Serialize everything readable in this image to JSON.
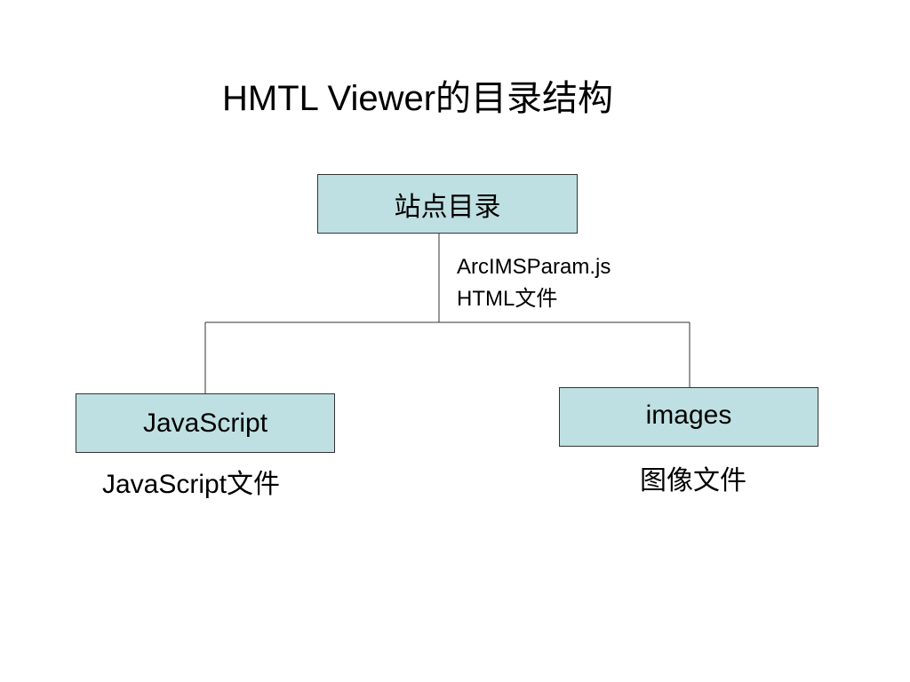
{
  "title": "HMTL Viewer的目录结构",
  "colors": {
    "node_fill": "#bfe0e2",
    "line": "#333333"
  },
  "root": {
    "label": "站点目录",
    "notes": [
      "ArcIMSParam.js",
      "HTML文件"
    ]
  },
  "children": [
    {
      "label": "JavaScript",
      "note": "JavaScript文件"
    },
    {
      "label": "images",
      "note": "图像文件"
    }
  ]
}
